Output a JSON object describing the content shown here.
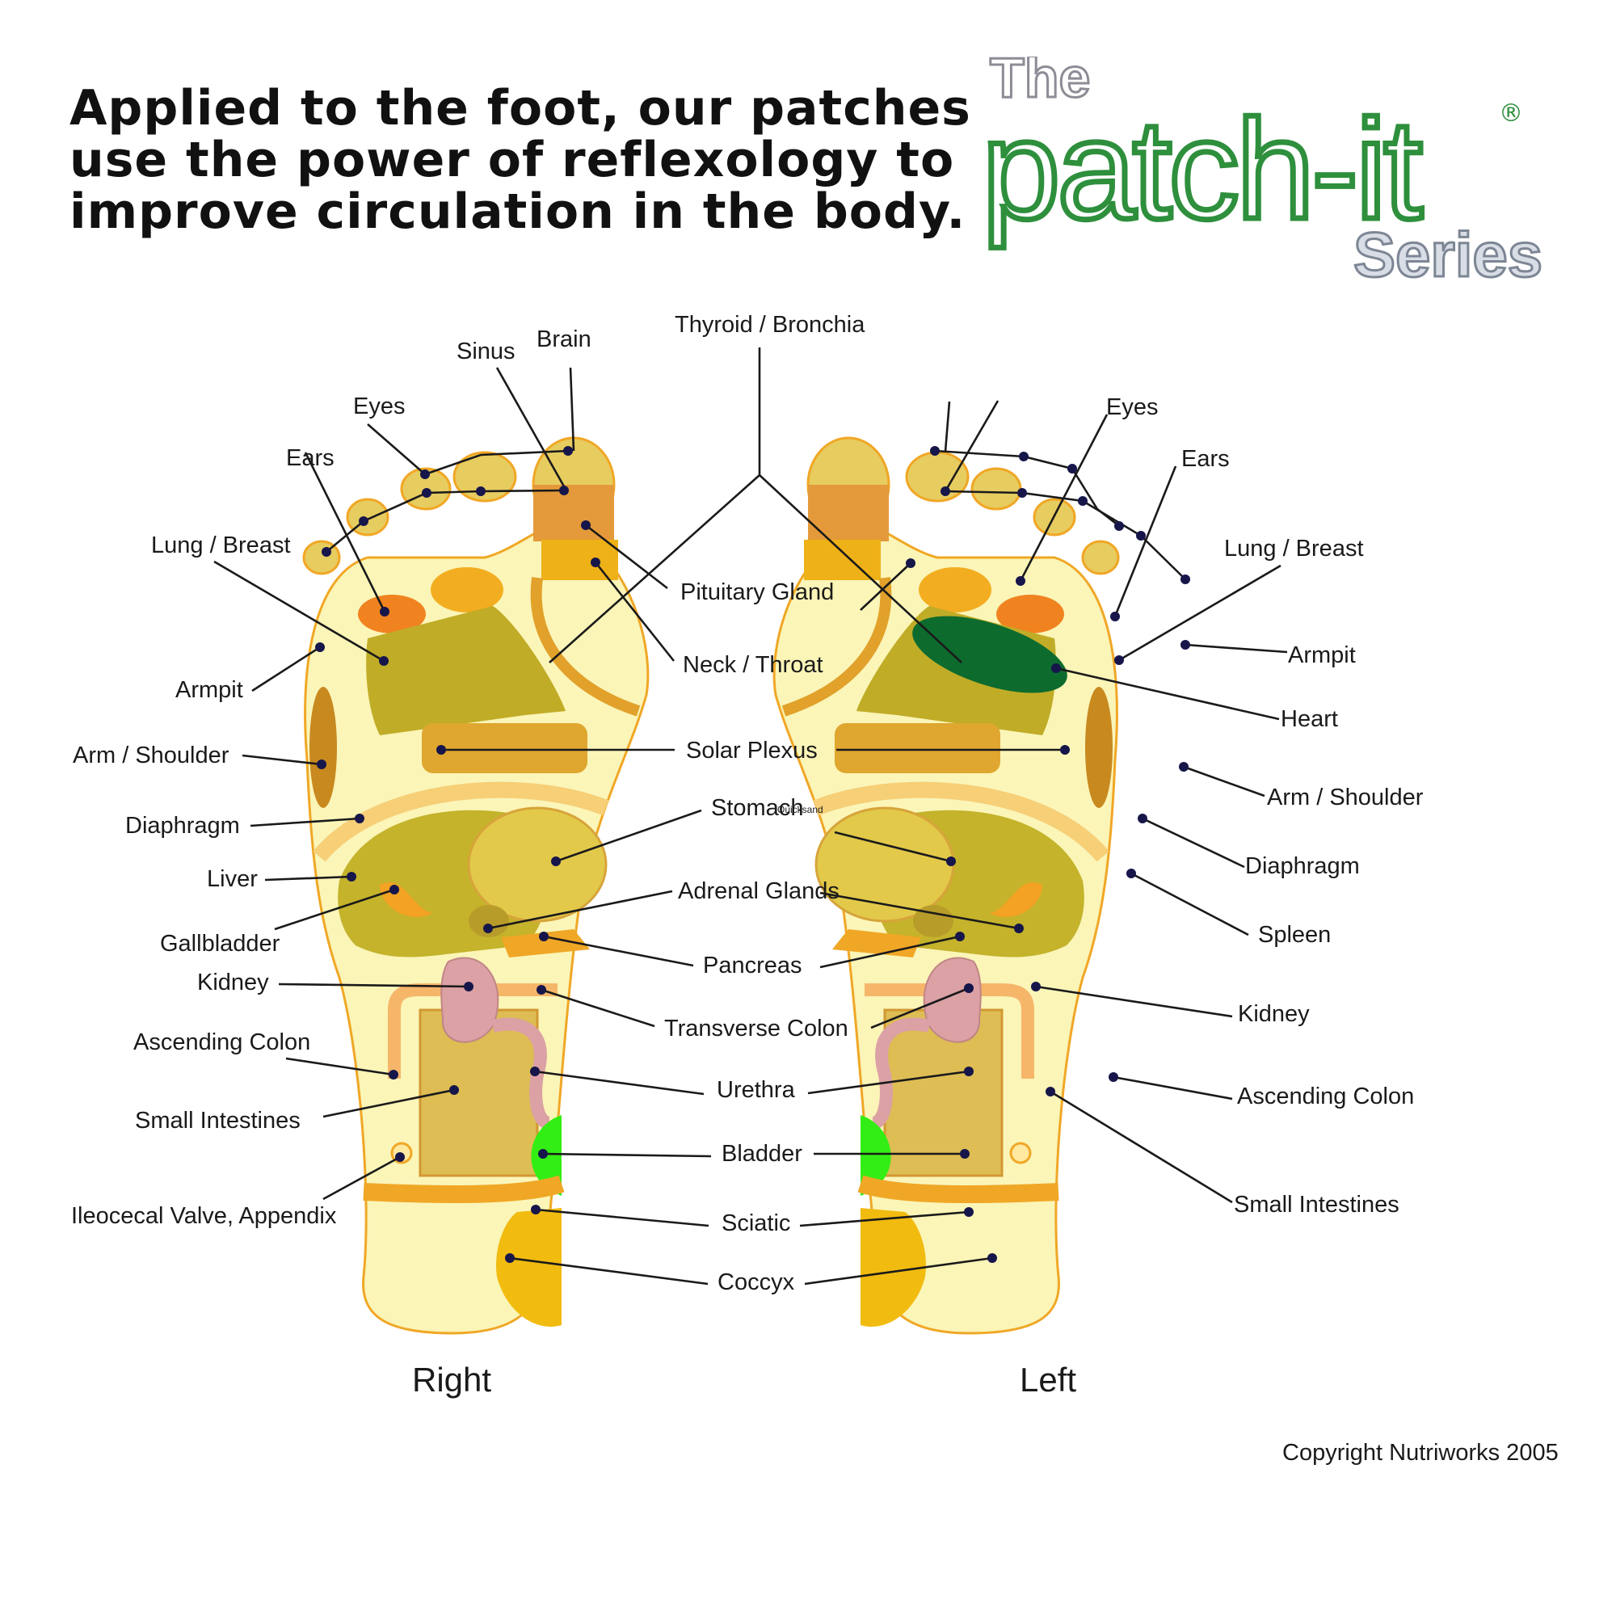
{
  "headline": {
    "line1": "Applied to the foot, our patches",
    "line2": "use the power of reflexology to",
    "line3": "improve circulation in the body."
  },
  "logo": {
    "the": "The",
    "brand": "patch-it",
    "reg": "®",
    "series": "Series"
  },
  "labels": {
    "thyroid": "Thyroid / Bronchia",
    "sinus": "Sinus",
    "brain": "Brain",
    "eyes_r": "Eyes",
    "ears_r": "Ears",
    "lung_r": "Lung / Breast",
    "armpit_r": "Armpit",
    "arm_r": "Arm / Shoulder",
    "diaphragm_r": "Diaphragm",
    "liver": "Liver",
    "gallbladder": "Gallbladder",
    "kidney_r": "Kidney",
    "ascending_r": "Ascending Colon",
    "small_r": "Small Intestines",
    "ileocecal": "Ileocecal Valve, Appendix",
    "pituitary": "Pituitary Gland",
    "neck": "Neck / Throat",
    "solar": "Solar Plexus",
    "stomach": "Stomach",
    "adrenal": "Adrenal Glands",
    "pancreas": "Pancreas",
    "transverse": "Transverse Colon",
    "urethra": "Urethra",
    "bladder": "Bladder",
    "sciatic": "Sciatic",
    "coccyx": "Coccyx",
    "eyes_l": "Eyes",
    "ears_l": "Ears",
    "lung_l": "Lung / Breast",
    "armpit_l": "Armpit",
    "heart": "Heart",
    "arm_l": "Arm / Shoulder",
    "diaphragm_l": "Diaphragm",
    "spleen": "Spleen",
    "kidney_l": "Kidney",
    "ascending_l": "Ascending Colon",
    "small_l": "Small Intestines",
    "right": "Right",
    "left": "Left",
    "copyright": "Copyright Nutriworks 2005",
    "stray": "Quicksand"
  },
  "colors": {
    "foot": "#fbf5b8",
    "outline": "#f0a726",
    "olive": "#c4b02a",
    "mustard": "#e3c747",
    "orange": "#f08320",
    "amber": "#eeac1a",
    "band": "#f4b43a",
    "kidney": "#dba1a5",
    "bladder": "#33ee14",
    "heart": "#0d6b2e",
    "brand_green": "#2e8f3c",
    "brand_gray": "#8c8c96"
  }
}
